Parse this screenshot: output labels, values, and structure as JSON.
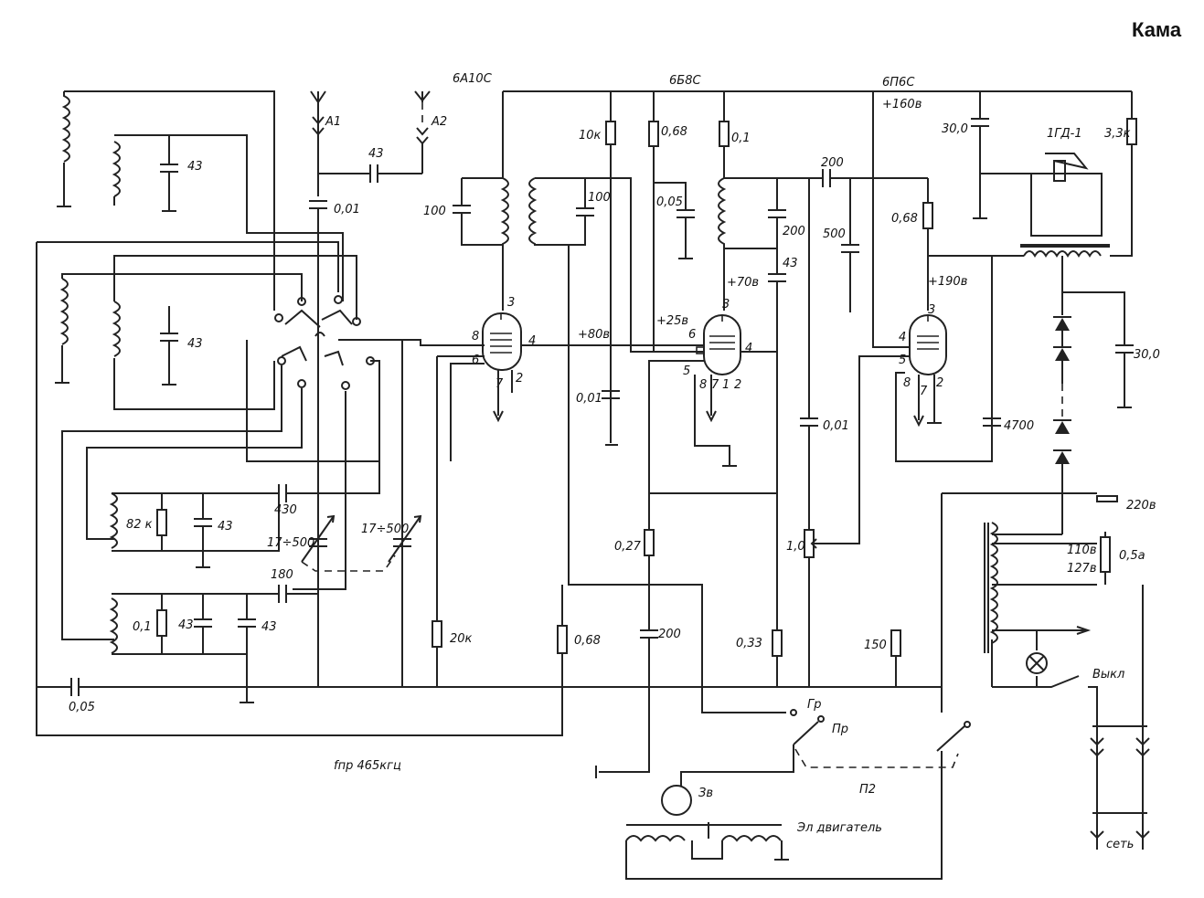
{
  "title": "Кама",
  "tubes": {
    "t1": "6А10С",
    "t2": "6Б8С",
    "t3": "6П6С"
  },
  "antennas": {
    "a1": "А1",
    "a2": "А2"
  },
  "components": {
    "c43_top": "43",
    "c43_ant": "43",
    "c001": "0,01",
    "c43_mid": "43",
    "c100_a": "100",
    "c100_b": "100",
    "r10k": "10к",
    "r068a": "0,68",
    "r01": "0,1",
    "c005": "0,05",
    "c200_a": "200",
    "c200_b": "200",
    "c500": "500",
    "r068b": "0,68",
    "c43_b": "43",
    "c30_a": "30,0",
    "spk": "1ГД-1",
    "r33k": "3,3к",
    "c30_b": "30,0",
    "c001_b": "0,01",
    "c001_c": "0,01",
    "c4700": "4700",
    "r82k": "82 к",
    "c43_l1": "43",
    "c430": "430",
    "trim1": "17÷500",
    "trim2": "17÷500",
    "r01_b": "0,1",
    "c43_l2": "43",
    "c43_l3": "43",
    "c180": "180",
    "r20k": "20к",
    "r068c": "0,68",
    "r027": "0,27",
    "c200_c": "200",
    "r033": "0,33",
    "pot": "1,0",
    "r150": "150",
    "c005_b": "0,05"
  },
  "voltages": {
    "v160": "+160в",
    "v80": "+80в",
    "v70": "+70в",
    "v25": "+25в",
    "v190": "+190в"
  },
  "pins": {
    "p3a": "3",
    "p8a": "8",
    "p6a": "6",
    "p4a": "4",
    "p7a": "7",
    "p2a": "2",
    "p3b": "3",
    "p6b": "6",
    "p4b": "4",
    "p5b": "5",
    "p8b": "8",
    "p7b": "7",
    "p1b": "1",
    "p2b": "2",
    "p3c": "3",
    "p4c": "4",
    "p5c": "5",
    "p8c": "8",
    "p7c": "7",
    "p2c": "2"
  },
  "power": {
    "v220": "220в",
    "v110": "110в",
    "v127": "127в",
    "fuse": "0,5а",
    "off": "Выкл",
    "mains": "сеть"
  },
  "misc": {
    "gr": "Гр",
    "pr": "Пр",
    "p2": "П2",
    "zv": "Зв",
    "motor": "Эл двигатель",
    "fif": "fпр 465кгц"
  }
}
